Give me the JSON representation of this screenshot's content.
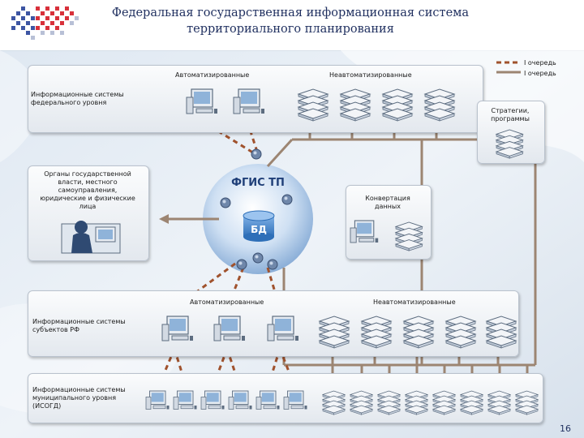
{
  "header": {
    "title_line1": "Федеральная государственная информационная система",
    "title_line2": "территориального планирования"
  },
  "legend": {
    "stage1": "I очередь",
    "stage2": "I очередь"
  },
  "federal": {
    "label_line1": "Информационные системы",
    "label_line2": "федерального уровня",
    "automated": "Автоматизированные",
    "non_automated": "Неавтоматизированные"
  },
  "strategies": {
    "line1": "Стратегии,",
    "line2": "программы"
  },
  "organs": {
    "line1": "Органы государственной",
    "line2": "власти, местного",
    "line3": "самоуправления,",
    "line4": "юридические и физические",
    "line5": "лица"
  },
  "center": {
    "name": "ФГИС ТП",
    "db": "БД"
  },
  "conversion": {
    "line1": "Конвертация",
    "line2": "данных"
  },
  "subjects": {
    "label_line1": "Информационные системы",
    "label_line2": "субъектов РФ",
    "automated": "Автоматизированные",
    "non_automated": "Неавтоматизированные"
  },
  "municipal": {
    "line1": "Информационные системы",
    "line2": "муниципального уровня",
    "line3": "(ИСОГД)"
  },
  "page_number": "16",
  "colors": {
    "dashed_link": "#a0522d",
    "solid_link": "#9c8572",
    "title": "#1f2f5f"
  }
}
